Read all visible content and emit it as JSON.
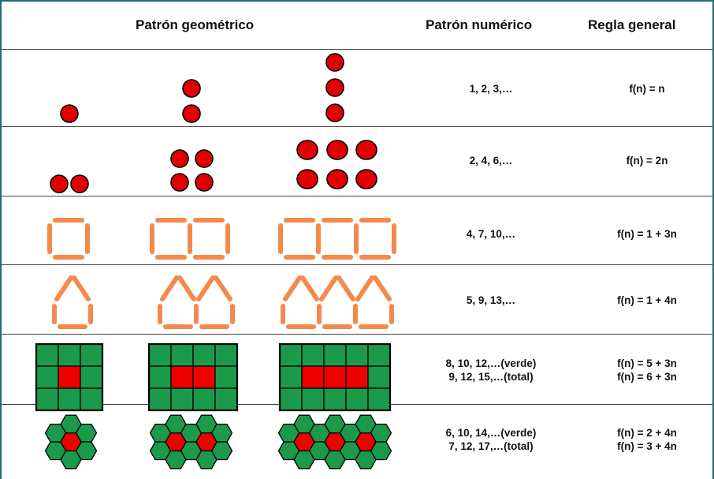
{
  "header": {
    "geometric": "Patrón geométrico",
    "numeric": "Patrón numérico",
    "rule": "Regla general"
  },
  "rows": [
    {
      "numeric": [
        "1, 2, 3,…"
      ],
      "rule": [
        "f(n) = n"
      ]
    },
    {
      "numeric": [
        "2, 4, 6,…"
      ],
      "rule": [
        "f(n) = 2n"
      ]
    },
    {
      "numeric": [
        "4, 7, 10,…"
      ],
      "rule": [
        "f(n) = 1 + 3n"
      ]
    },
    {
      "numeric": [
        "5, 9, 13,…"
      ],
      "rule": [
        "f(n) = 1 + 4n"
      ]
    },
    {
      "numeric": [
        "8, 10, 12,…(verde)",
        "9, 12, 15,…(total)"
      ],
      "rule": [
        "f(n) = 5 + 3n",
        "f(n) = 6 + 3n"
      ]
    },
    {
      "numeric": [
        "6, 10, 14,…(verde)",
        "7, 12, 17,…(total)"
      ],
      "rule": [
        "f(n) = 2 + 4n",
        "f(n) = 3 + 4n"
      ]
    }
  ],
  "colors": {
    "dot": "#e00000",
    "stick": "#f4894a",
    "green": "#1a9a4a",
    "red_tile": "#ee0000",
    "border": "#1f6f6f"
  }
}
